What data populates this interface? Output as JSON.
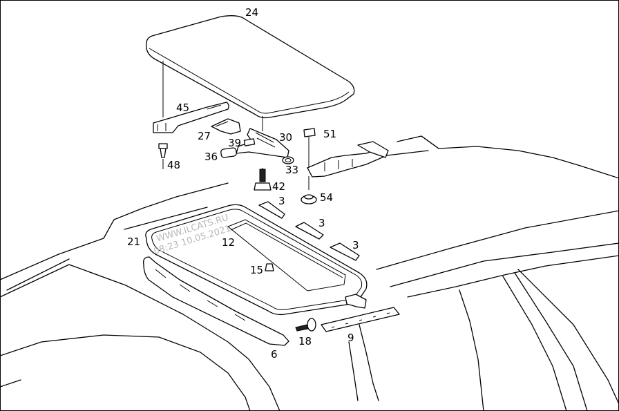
{
  "labels": {
    "p24": "24",
    "p45": "45",
    "p27": "27",
    "p30": "30",
    "p51": "51",
    "p39": "39",
    "p36": "36",
    "p33": "33",
    "p48": "48",
    "p42": "42",
    "p54": "54",
    "p3a": "3",
    "p3b": "3",
    "p3c": "3",
    "p21": "21",
    "p12": "12",
    "p15": "15",
    "p18": "18",
    "p9": "9",
    "p6": "6"
  },
  "watermark": {
    "line1": "WWW.ILCATS.RU",
    "line2": "08:23 10.05.2021"
  }
}
